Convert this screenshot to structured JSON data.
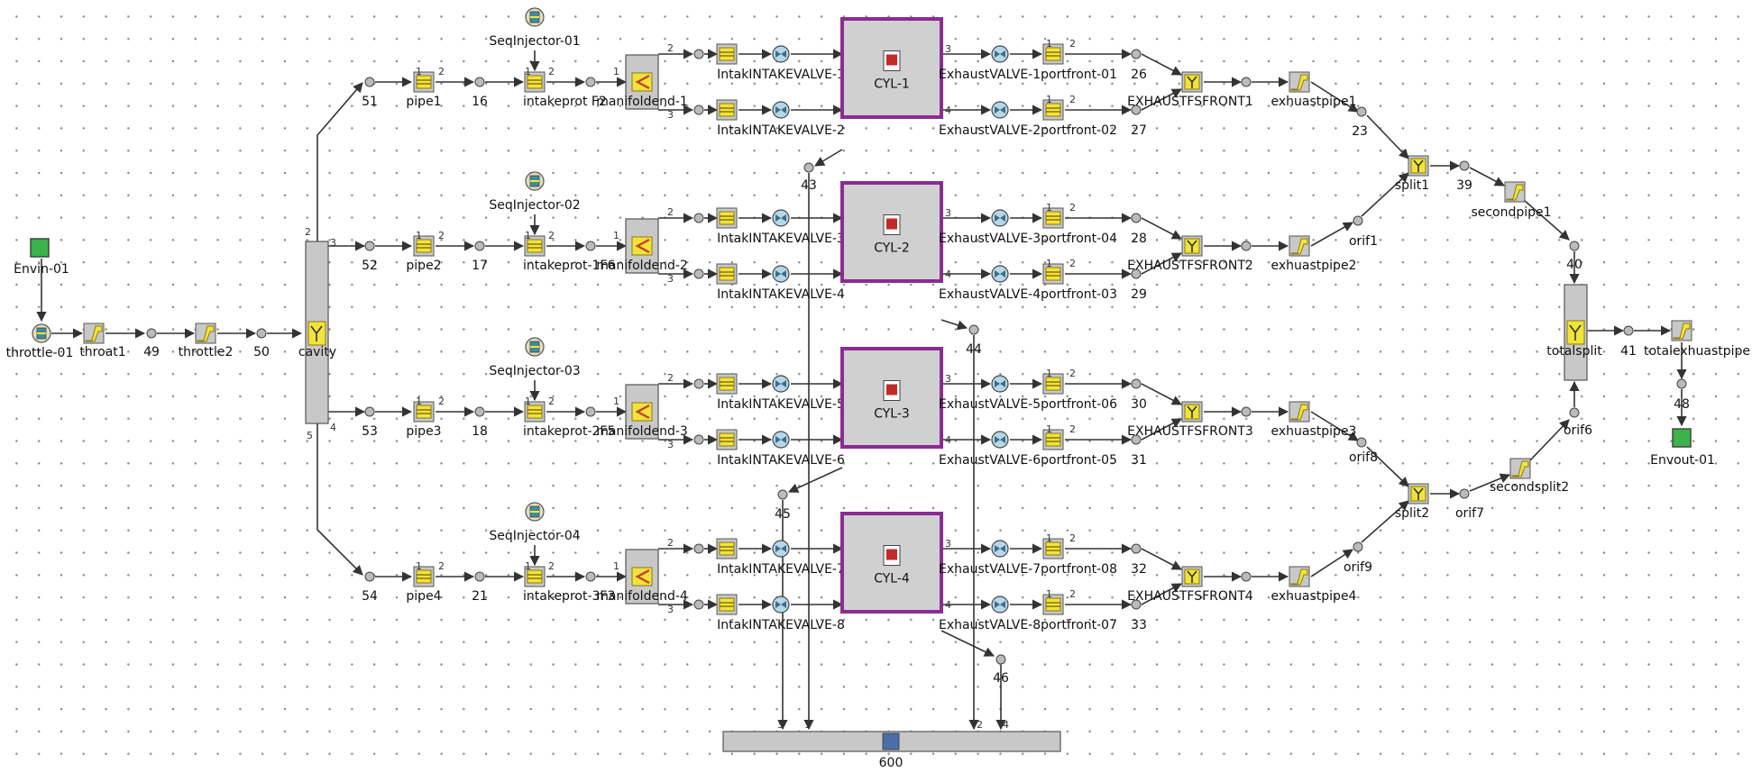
{
  "colors": {
    "wire": "#333333",
    "block_fill": "#c8c8c8",
    "block_stroke": "#555555",
    "cyl_border": "#8b2c92",
    "pipe_fill": "#f2e33a",
    "env": "#3ab34a",
    "valve": "#b7d7e8",
    "node": "#bbbbbb"
  },
  "labels": {
    "envin": "Envin-01",
    "throttle01": "throttle-01",
    "throat1": "throat1",
    "n49": "49",
    "throttle2": "throttle2",
    "n50": "50",
    "cavity": "cavity",
    "n51": "51",
    "n52": "52",
    "n53": "53",
    "n54": "54",
    "pipe1": "pipe1",
    "pipe2": "pipe2",
    "pipe3": "pipe3",
    "pipe4": "pipe4",
    "n16": "16",
    "n17": "17",
    "n18": "18",
    "n21": "21",
    "inj1": "SeqInjector-01",
    "inj2": "SeqInjector-02",
    "inj3": "SeqInjector-03",
    "inj4": "SeqInjector-04",
    "ip1": "intakeprot F2",
    "ip2": "intakeprot-1F6",
    "ip3": "intakeprot-2F5",
    "ip4": "intakeprot-3F3",
    "im1": "manifoldend-1",
    "im2": "manifoldend-2",
    "im3": "manifoldend-3",
    "im4": "manifoldend-4",
    "iv1": "IntakINTAKEVALVE-1",
    "iv2": "IntakINTAKEVALVE-2",
    "iv3": "IntakINTAKEVALVE-3",
    "iv4": "IntakINTAKEVALVE-4",
    "iv5": "IntakINTAKEVALVE-5",
    "iv6": "IntakINTAKEVALVE-6",
    "iv7": "IntakINTAKEVALVE-7",
    "iv8": "IntakINTAKEVALVE-8",
    "cyl1": "CYL-1",
    "cyl2": "CYL-2",
    "cyl3": "CYL-3",
    "cyl4": "CYL-4",
    "ex1": "ExhaustVALVE-1portfront-01",
    "ex2": "ExhaustVALVE-2portfront-02",
    "ex3": "ExhaustVALVE-3portfront-04",
    "ex4": "ExhaustVALVE-4portfront-03",
    "ex5": "ExhaustVALVE-5portfront-06",
    "ex6": "ExhaustVALVE-6portfront-05",
    "ex7": "ExhaustVALVE-7portfront-08",
    "ex8": "ExhaustVALVE-8portfront-07",
    "n26": "26",
    "n27": "27",
    "n28": "28",
    "n29": "29",
    "n30": "30",
    "n31": "31",
    "n32": "32",
    "n33": "33",
    "ef1": "EXHAUSTFSFRONT1",
    "ef2": "EXHAUSTFSFRONT2",
    "ef3": "EXHAUSTFSFRONT3",
    "ef4": "EXHAUSTFSFRONT4",
    "ep1": "exhuastpipe1",
    "ep2": "exhuastpipe2",
    "ep3": "exhuastpipe3",
    "ep4": "exhuastpipe4",
    "n23": "23",
    "orif1": "orif1",
    "orif8": "orif8",
    "orif9": "orif9",
    "split1": "split1",
    "split2": "split2",
    "n39": "39",
    "orif7": "orif7",
    "secondpipe1": "secondpipe1",
    "secondsplit2": "secondsplit2",
    "n40": "40",
    "orif6": "orif6",
    "totalsplit": "totalsplit",
    "n41": "41",
    "totalexhuastpipe": "totalexhuastpipe",
    "n48": "48",
    "envout": "Envout-01",
    "n43": "43",
    "n44": "44",
    "n45": "45",
    "n46": "46",
    "n600": "600"
  }
}
